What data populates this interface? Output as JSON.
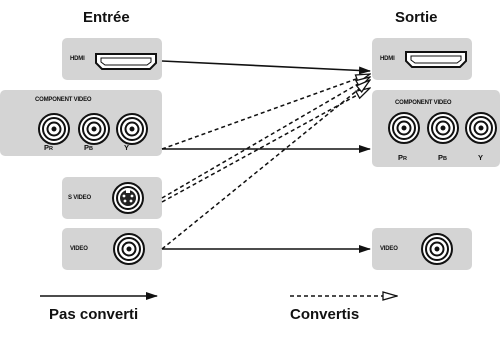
{
  "headers": {
    "input": "Entrée",
    "output": "Sortie"
  },
  "ports": {
    "hdmi": "HDMI",
    "component_video": "COMPONENT VIDEO",
    "pr": "PR",
    "pb": "PB",
    "y": "Y",
    "s_video": "S VIDEO",
    "video": "VIDEO"
  },
  "legend": {
    "not_converted": "Pas converti",
    "converted": "Convertis"
  },
  "colors": {
    "panel": "#d4d4d4",
    "line": "#111111"
  }
}
